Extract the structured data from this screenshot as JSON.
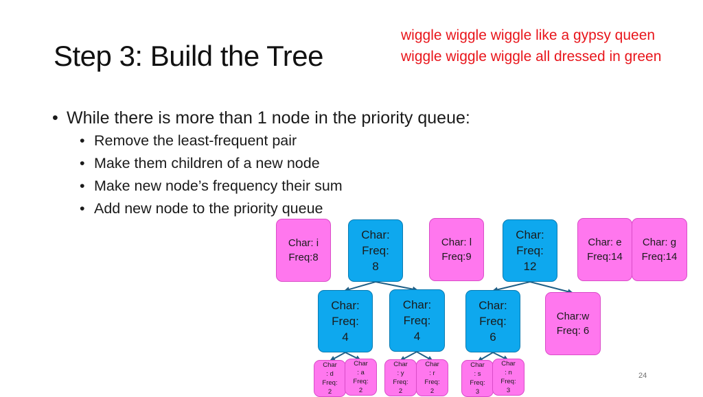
{
  "slide": {
    "title": "Step 3: Build the Tree",
    "lyrics": [
      "wiggle wiggle wiggle like a gypsy queen",
      "wiggle wiggle wiggle all dressed in green"
    ],
    "bullet_main": "While there is more than 1 node in the priority queue:",
    "sub_bullets": [
      "Remove the least-frequent pair",
      "Make them children of a new node",
      "Make new node’s frequency their sum",
      "Add new node to the priority queue"
    ],
    "page_number": "24"
  },
  "colors": {
    "leaf_node": "#ff77ee",
    "internal_node": "#0ea8ee",
    "lyrics": "#e8151b",
    "edge": "#1f5f86"
  },
  "nodes": {
    "i": [
      "Char: i",
      "Freq:8"
    ],
    "n8": [
      "Char:",
      "Freq:",
      "8"
    ],
    "l": [
      "Char: l",
      "Freq:9"
    ],
    "n12": [
      "Char:",
      "Freq:",
      "12"
    ],
    "e": [
      "Char: e",
      "Freq:14"
    ],
    "g": [
      "Char: g",
      "Freq:14"
    ],
    "n4a": [
      "Char:",
      "Freq:",
      "4"
    ],
    "n4b": [
      "Char:",
      "Freq:",
      "4"
    ],
    "n6": [
      "Char:",
      "Freq:",
      "6"
    ],
    "w": [
      "Char:w",
      "Freq: 6"
    ],
    "d": [
      "Char",
      ": d",
      "Freq:",
      "2"
    ],
    "a": [
      "Char",
      ": a",
      "Freq:",
      "2"
    ],
    "y": [
      "Char",
      ": y",
      "Freq:",
      "2"
    ],
    "r": [
      "Char",
      ": r",
      "Freq:",
      "2"
    ],
    "s": [
      "Char",
      ": s",
      "Freq:",
      "3"
    ],
    "n": [
      "Char",
      ": n",
      "Freq:",
      "3"
    ]
  }
}
